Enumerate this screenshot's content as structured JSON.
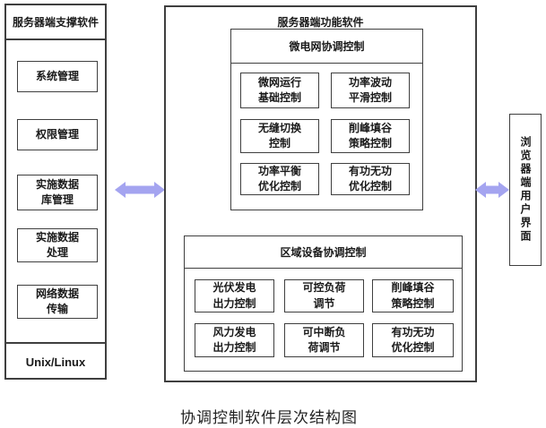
{
  "colors": {
    "arrow": "#a4a4f0",
    "border": "#3f3f3f",
    "background": "#ffffff"
  },
  "caption": "协调控制软件层次结构图",
  "left_panel": {
    "title": "服务器端支撑软件",
    "items": [
      "系统管理",
      "权限管理",
      "实施数据\n库管理",
      "实施数据\n处理",
      "网络数据\n传输"
    ],
    "footer": "Unix/Linux"
  },
  "main_panel": {
    "title": "服务器端功能软件",
    "groups": [
      {
        "title": "微电网协调控制",
        "items": [
          "微网运行\n基础控制",
          "功率波动\n平滑控制",
          "无缝切换\n控制",
          "削峰填谷\n策略控制",
          "功率平衡\n优化控制",
          "有功无功\n优化控制"
        ]
      },
      {
        "title": "区域设备协调控制",
        "items": [
          "光伏发电\n出力控制",
          "可控负荷\n调节",
          "削峰填谷\n策略控制",
          "风力发电\n出力控制",
          "可中断负\n荷调节",
          "有功无功\n优化控制"
        ]
      }
    ]
  },
  "right_panel": {
    "title": "浏览器端用户界面"
  },
  "icons": {
    "left_arrow": "bidirectional-arrow",
    "right_arrow": "bidirectional-arrow"
  }
}
